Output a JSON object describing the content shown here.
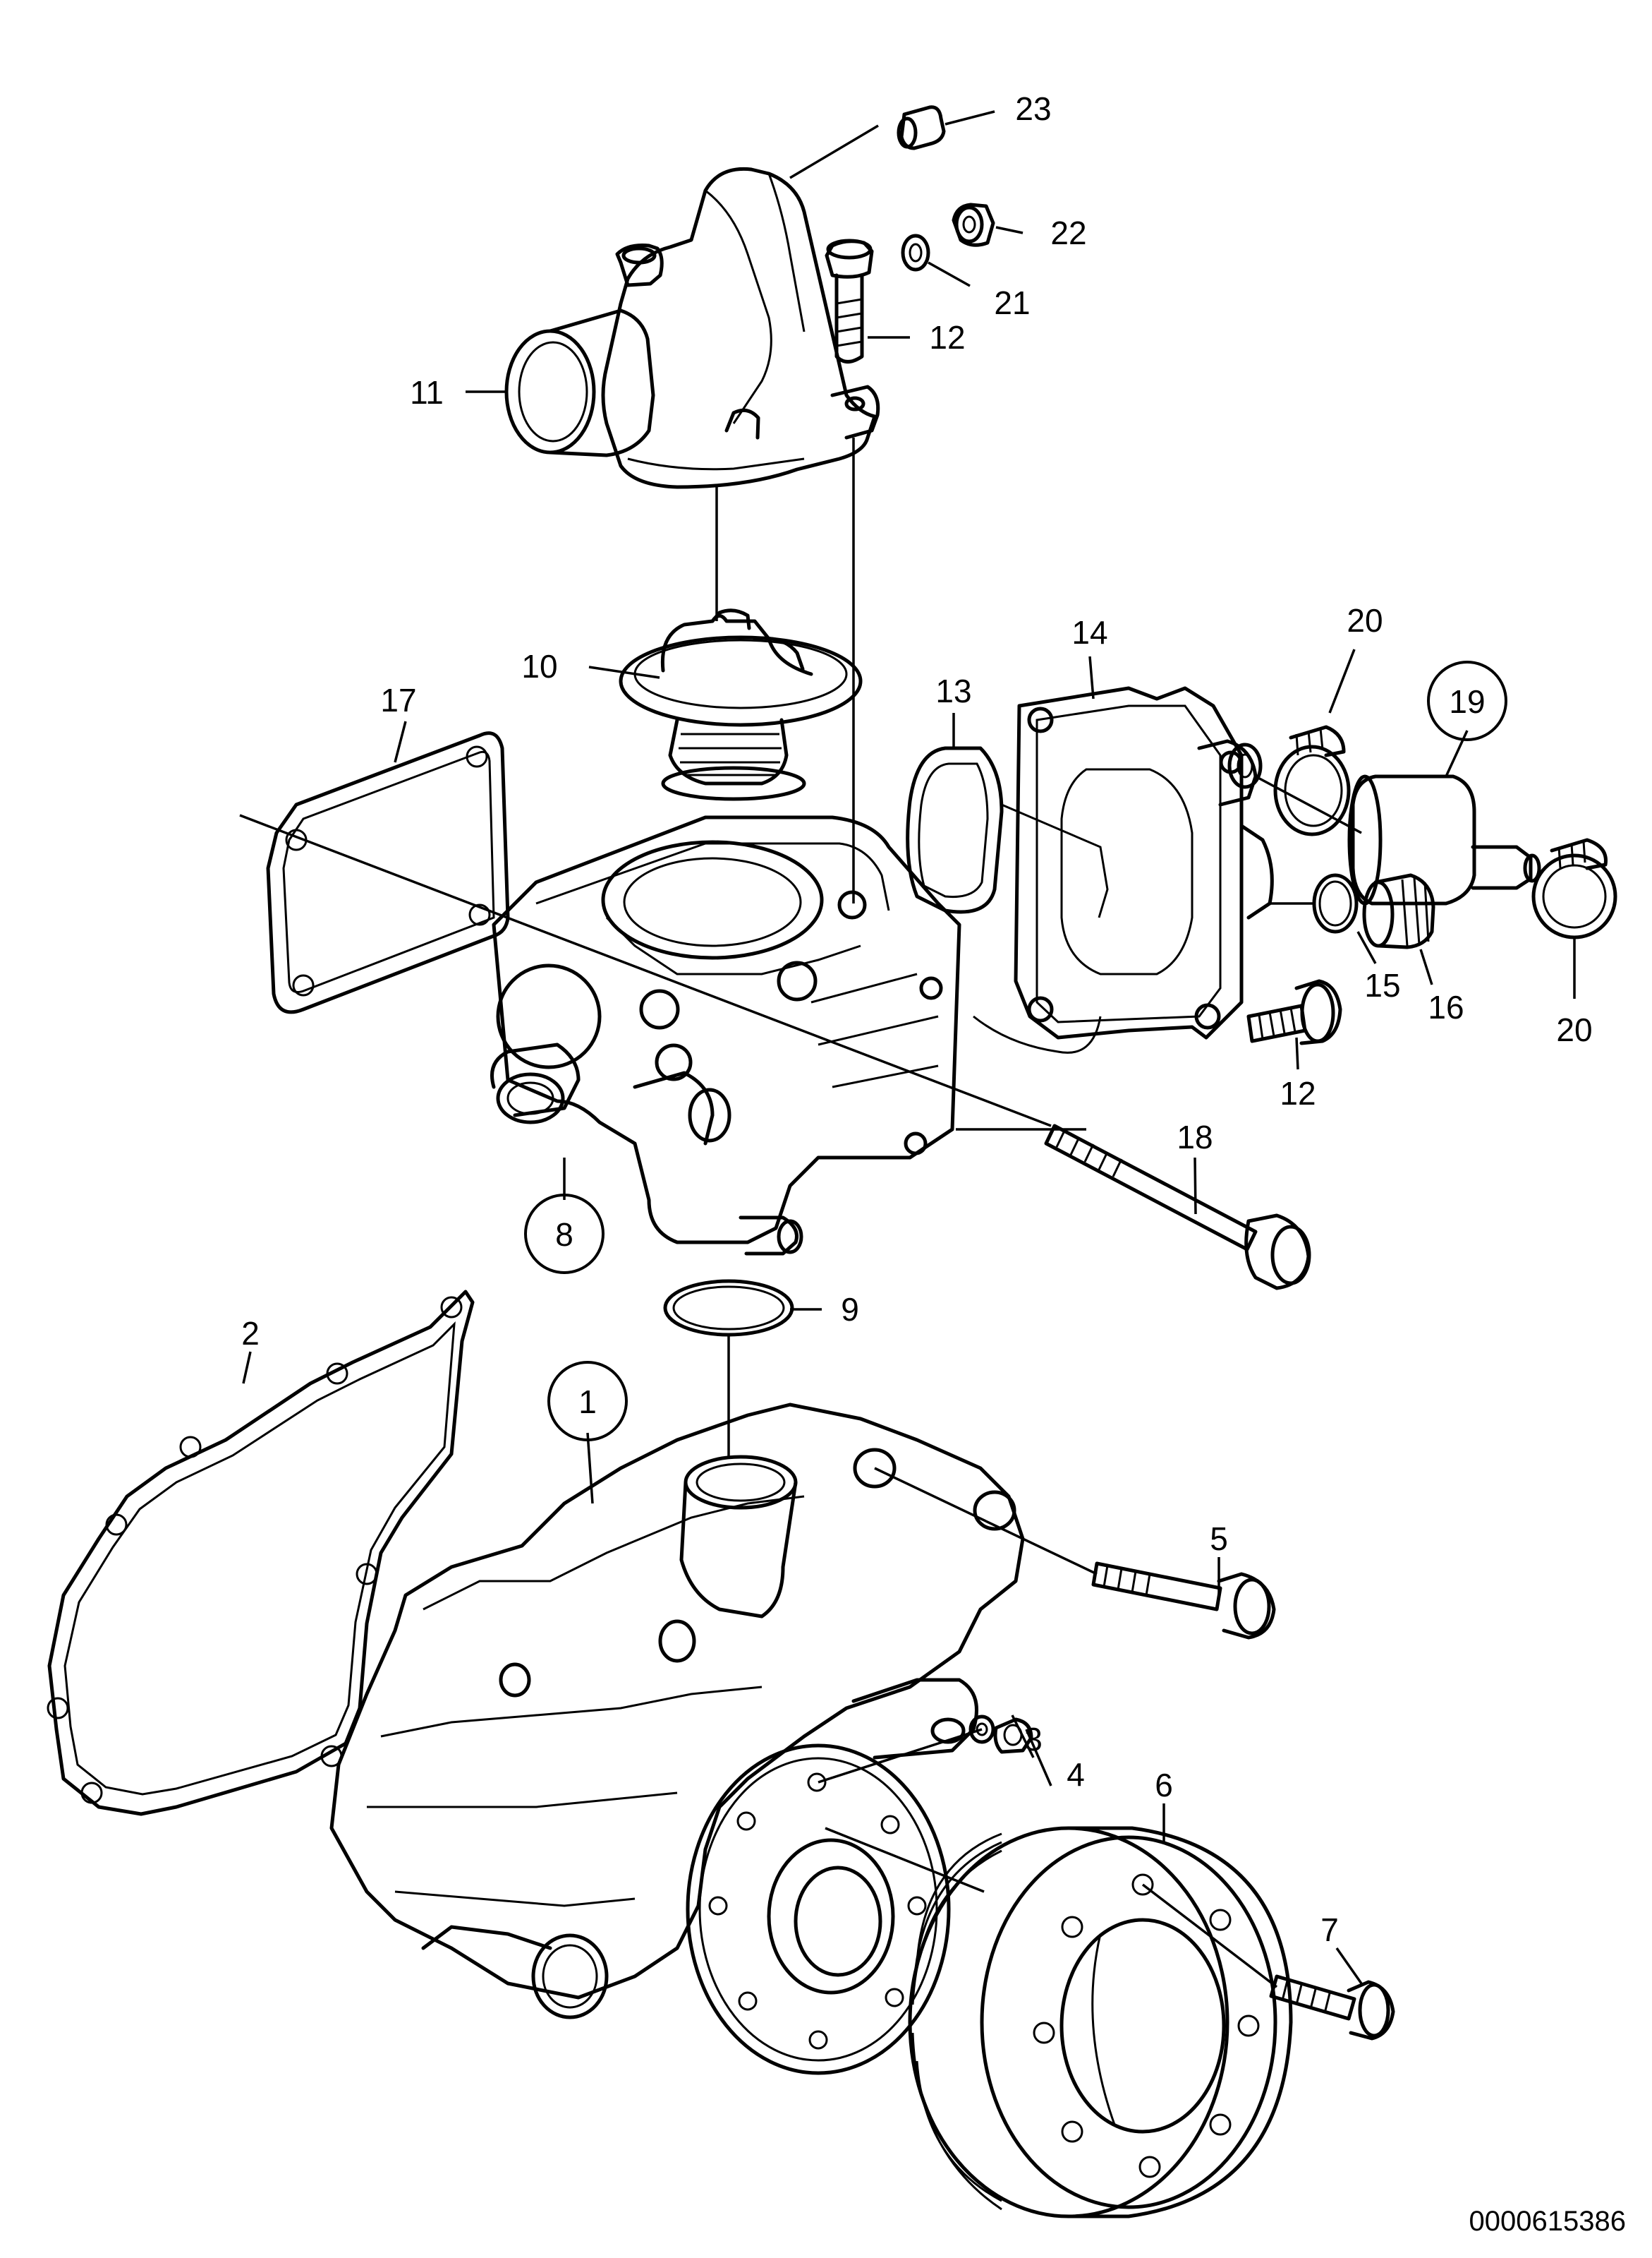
{
  "parts": [
    {
      "key": "p1",
      "label": "1",
      "circled": true
    },
    {
      "key": "p2",
      "label": "2",
      "circled": false
    },
    {
      "key": "p3",
      "label": "3",
      "circled": false
    },
    {
      "key": "p4",
      "label": "4",
      "circled": false
    },
    {
      "key": "p5",
      "label": "5",
      "circled": false
    },
    {
      "key": "p6",
      "label": "6",
      "circled": false
    },
    {
      "key": "p7",
      "label": "7",
      "circled": false
    },
    {
      "key": "p8",
      "label": "8",
      "circled": true
    },
    {
      "key": "p9",
      "label": "9",
      "circled": false
    },
    {
      "key": "p10",
      "label": "10",
      "circled": false
    },
    {
      "key": "p11",
      "label": "11",
      "circled": false
    },
    {
      "key": "p12a",
      "label": "12",
      "circled": false
    },
    {
      "key": "p12b",
      "label": "12",
      "circled": false
    },
    {
      "key": "p13",
      "label": "13",
      "circled": false
    },
    {
      "key": "p14",
      "label": "14",
      "circled": false
    },
    {
      "key": "p15",
      "label": "15",
      "circled": false
    },
    {
      "key": "p16",
      "label": "16",
      "circled": false
    },
    {
      "key": "p17",
      "label": "17",
      "circled": false
    },
    {
      "key": "p18",
      "label": "18",
      "circled": false
    },
    {
      "key": "p19",
      "label": "19",
      "circled": true
    },
    {
      "key": "p20a",
      "label": "20",
      "circled": false
    },
    {
      "key": "p20b",
      "label": "20",
      "circled": false
    },
    {
      "key": "p21",
      "label": "21",
      "circled": false
    },
    {
      "key": "p22",
      "label": "22",
      "circled": false
    },
    {
      "key": "p23",
      "label": "23",
      "circled": false
    }
  ],
  "reference_number": "0000615386"
}
